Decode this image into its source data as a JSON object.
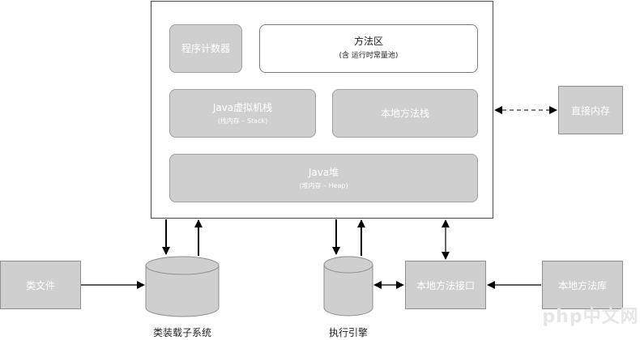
{
  "runtime_area": {
    "program_counter": "程序计数器",
    "method_area": {
      "title": "方法区",
      "subtitle": "(含 运行时常量池)"
    },
    "jvm_stack": {
      "title": "Java虚拟机栈",
      "subtitle": "(栈内存 – Stack)"
    },
    "native_method_stack": "本地方法栈",
    "heap": {
      "title": "Java堆",
      "subtitle": "(堆内存 – Heap)"
    }
  },
  "direct_memory": "直接内存",
  "class_file": "类文件",
  "class_loader": "类装载子系统",
  "execution_engine": "执行引擎",
  "native_interface": "本地方法接口",
  "native_library": "本地方法库",
  "watermark": "php中文网",
  "colors": {
    "box_fill": "#cfcfcf",
    "box_border": "#9e9e9e",
    "line": "#000000"
  }
}
